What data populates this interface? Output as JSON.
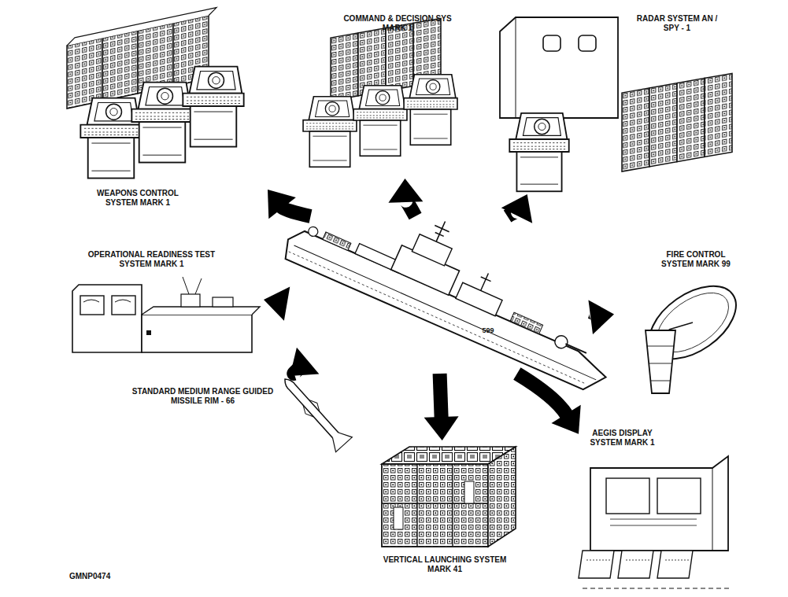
{
  "diagram": {
    "nodes": [
      {
        "text": [
          "WEAPONS CONTROL SYSTEM MARK 1"
        ]
      },
      {
        "text": [
          "COMMAND & DECISION SYS MARK 1"
        ]
      },
      {
        "text": [
          "RADAR SYSTEM AN / SPY - 1"
        ]
      },
      {
        "text": [
          "OPERATIONAL READINESS TEST SYSTEM MARK 1"
        ]
      },
      {
        "text": [
          "599"
        ]
      },
      {
        "text": [
          "FIRE CONTROL SYSTEM MARK 99"
        ]
      },
      {
        "text": [
          "STANDARD MEDIUM RANGE GUIDED MISSILE RIM - 66"
        ]
      },
      {
        "text": [
          "VERTICAL LAUNCHING SYSTEM MARK 41"
        ]
      },
      {
        "text": [
          "AEGIS DISPLAY SYSTEM MARK 1"
        ]
      }
    ],
    "edges": [
      {
        "from": 4,
        "to": 0,
        "arrow": "to"
      },
      {
        "from": 4,
        "to": 1,
        "arrow": "to"
      },
      {
        "from": 4,
        "to": 2,
        "arrow": "to"
      },
      {
        "from": 4,
        "to": 3,
        "arrow": "to"
      },
      {
        "from": 4,
        "to": 5,
        "arrow": "to"
      },
      {
        "from": 4,
        "to": 6,
        "arrow": "to"
      },
      {
        "from": 4,
        "to": 7,
        "arrow": "to"
      },
      {
        "from": 4,
        "to": 8,
        "arrow": "to"
      }
    ],
    "labels": [
      "GMNP0474"
    ]
  }
}
